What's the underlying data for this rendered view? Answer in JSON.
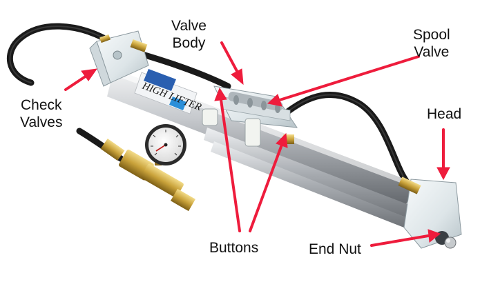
{
  "labels": {
    "valve_body": [
      "Valve",
      "Body"
    ],
    "spool_valve": [
      "Spool",
      "Valve"
    ],
    "check_valves": [
      "Check",
      "Valves"
    ],
    "head": "Head",
    "buttons": "Buttons",
    "end_nut": "End Nut"
  },
  "brand_text": "HIGH LIFTER",
  "colors": {
    "arrow": "#ee1c3c",
    "hose": "#1a1a1a",
    "steel": "#c9ccd0",
    "brass": "#c9a23a",
    "clear_block": "#e6ecee"
  }
}
